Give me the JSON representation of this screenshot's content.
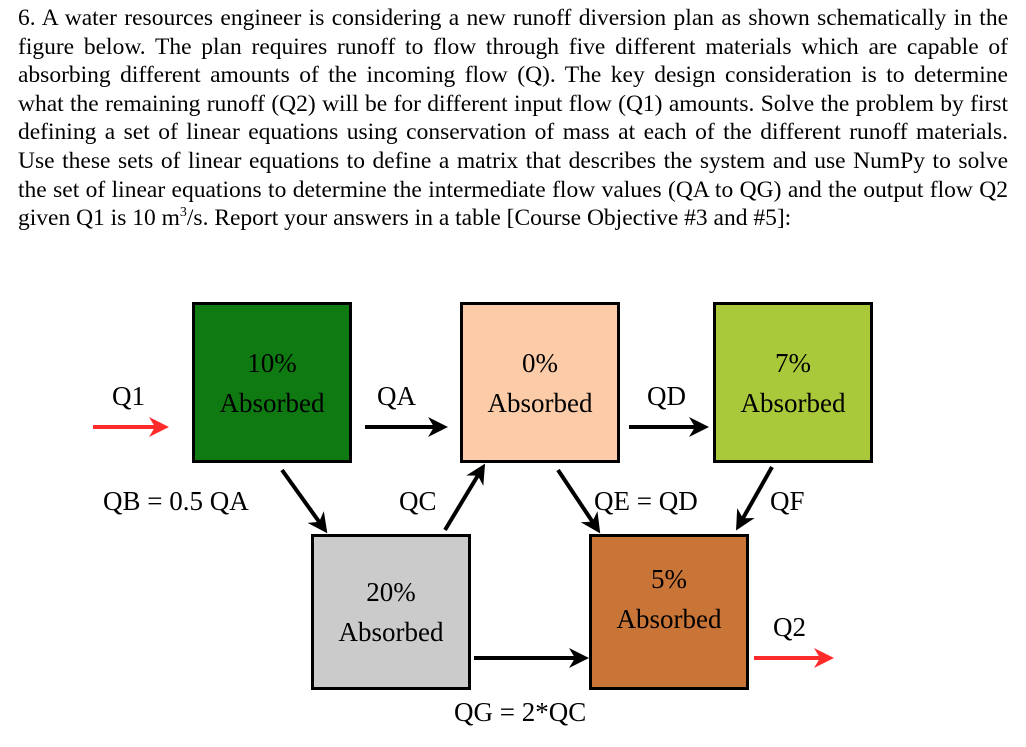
{
  "problem": {
    "text_before_sup": "6. A water resources engineer is considering a new runoff diversion plan as shown schematically in the figure below. The plan requires runoff to flow through five different materials which are capable of absorbing different amounts of the incoming flow (Q). The key design consideration is to determine what the remaining runoff (Q2) will be for different input flow (Q1) amounts. Solve the problem by first defining a set of linear equations using conservation of mass at each of the different runoff materials. Use these sets of linear equations to define a matrix that describes the system and use NumPy to solve the set of linear equations to determine the intermediate flow values (QA to QG) and the output flow Q2 given Q1 is 10 m",
    "sup": "3",
    "text_after_sup": "/s. Report your answers in a table [Course Objective #3 and #5]:"
  },
  "diagram": {
    "boxes": [
      {
        "pct": "10%",
        "label": "Absorbed",
        "color": "#0f7a12"
      },
      {
        "pct": "0%",
        "label": "Absorbed",
        "color": "#fccba7"
      },
      {
        "pct": "7%",
        "label": "Absorbed",
        "color": "#a9c93b"
      },
      {
        "pct": "20%",
        "label": "Absorbed",
        "color": "#cbcbcb"
      },
      {
        "pct": "5%",
        "label": "Absorbed",
        "color": "#c97538"
      }
    ],
    "flows": {
      "q1": "Q1",
      "qa": "QA",
      "qd": "QD",
      "qb": "QB = 0.5 QA",
      "qc": "QC",
      "qe": "QE = QD",
      "qf": "QF",
      "q2": "Q2",
      "qg": "QG = 2*QC"
    },
    "colors": {
      "input_arrow": "#ff2a2a",
      "output_arrow": "#ff2a2a",
      "flow_arrow": "#000000"
    }
  }
}
